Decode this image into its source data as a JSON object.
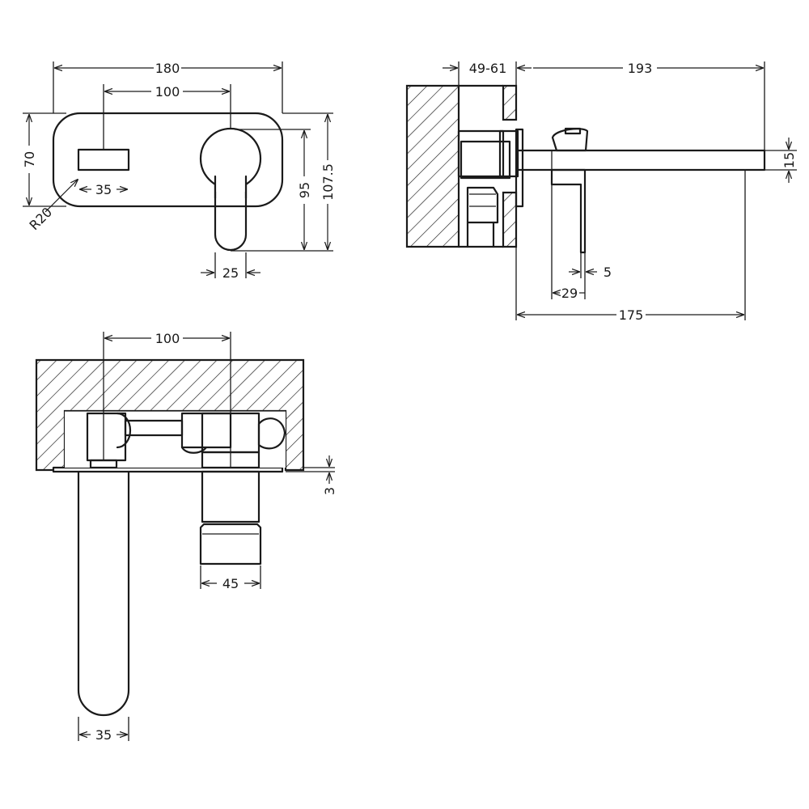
{
  "front_view": {
    "width_label": "180",
    "spacing_label": "100",
    "height_label": "70",
    "outlet_width_label": "35",
    "radius_label": "R20",
    "lever_height_label": "95",
    "overall_height_label": "107.5",
    "lever_width_label": "25"
  },
  "side_view": {
    "wall_depth_label": "49-61",
    "spout_reach_label": "193",
    "spout_thickness_label": "15",
    "lever_thickness_label": "5",
    "lever_offset_label": "29",
    "projection_label": "175"
  },
  "top_view": {
    "spacing_label": "100",
    "plate_label": "3",
    "valve_width_label": "45",
    "spout_width_label": "35"
  }
}
